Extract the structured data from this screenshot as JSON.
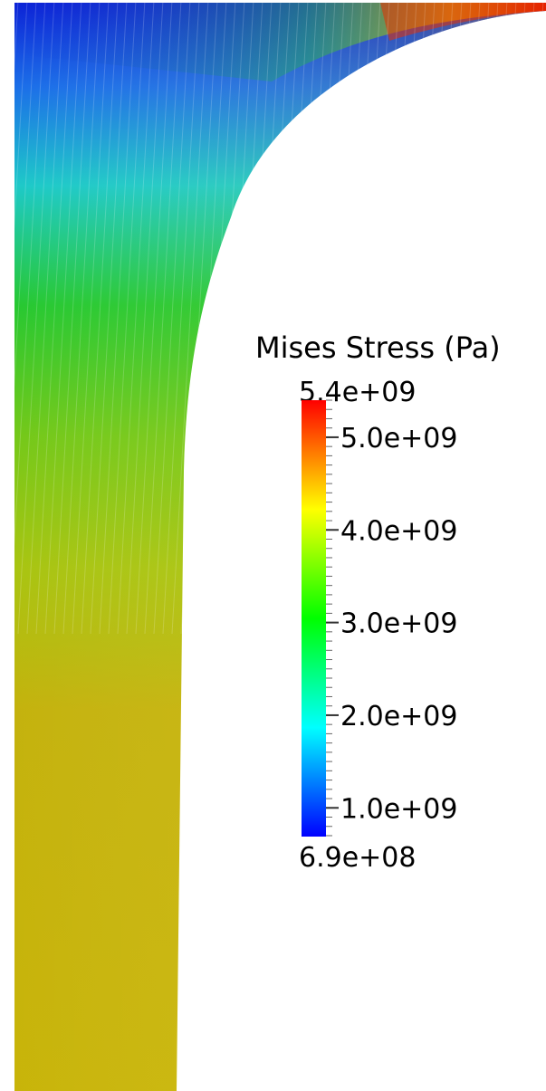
{
  "chart_data": {
    "type": "heatmap",
    "field": "Mises Stress",
    "legend": {
      "title": "Mises Stress (Pa)",
      "range": [
        690000000,
        5400000000
      ],
      "range_labels": {
        "max": "5.4e+09",
        "min": "6.9e+08"
      },
      "ticks": [
        {
          "value": 5000000000,
          "label": "5.0e+09"
        },
        {
          "value": 4000000000,
          "label": "4.0e+09"
        },
        {
          "value": 3000000000,
          "label": "3.0e+09"
        },
        {
          "value": 2000000000,
          "label": "2.0e+09"
        },
        {
          "value": 1000000000,
          "label": "1.0e+09"
        }
      ],
      "colormap": [
        "#0000ff",
        "#00ffff",
        "#00ff00",
        "#ffff00",
        "#ff0000"
      ]
    }
  }
}
